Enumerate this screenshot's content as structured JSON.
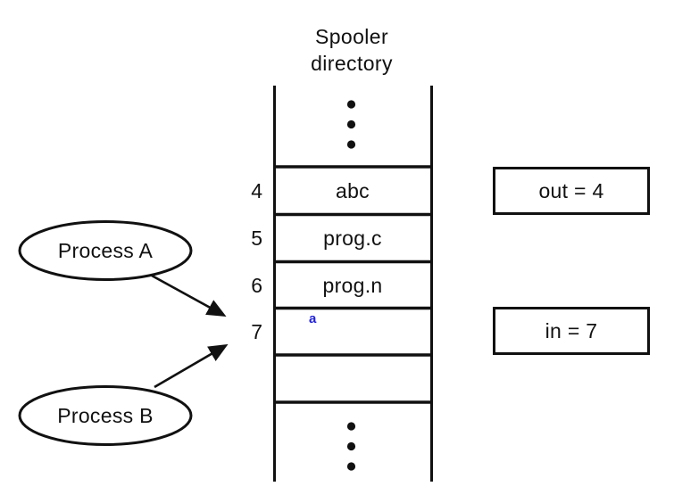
{
  "title": {
    "line1": "Spooler",
    "line2": "directory"
  },
  "processes": [
    {
      "label": "Process A"
    },
    {
      "label": "Process B"
    }
  ],
  "spooler": {
    "rows": [
      {
        "index": "4",
        "value": "abc"
      },
      {
        "index": "5",
        "value": "prog.c"
      },
      {
        "index": "6",
        "value": "prog.n"
      },
      {
        "index": "7",
        "value": "a"
      },
      {
        "index": "",
        "value": ""
      }
    ]
  },
  "pointers": {
    "out": "out = 4",
    "in": "in = 7"
  },
  "icons": {
    "ellipsis_top": "vertical-ellipsis",
    "ellipsis_bottom": "vertical-ellipsis"
  },
  "colors": {
    "line": "#111111",
    "background": "#ffffff",
    "highlight_text": "#2222dd"
  }
}
